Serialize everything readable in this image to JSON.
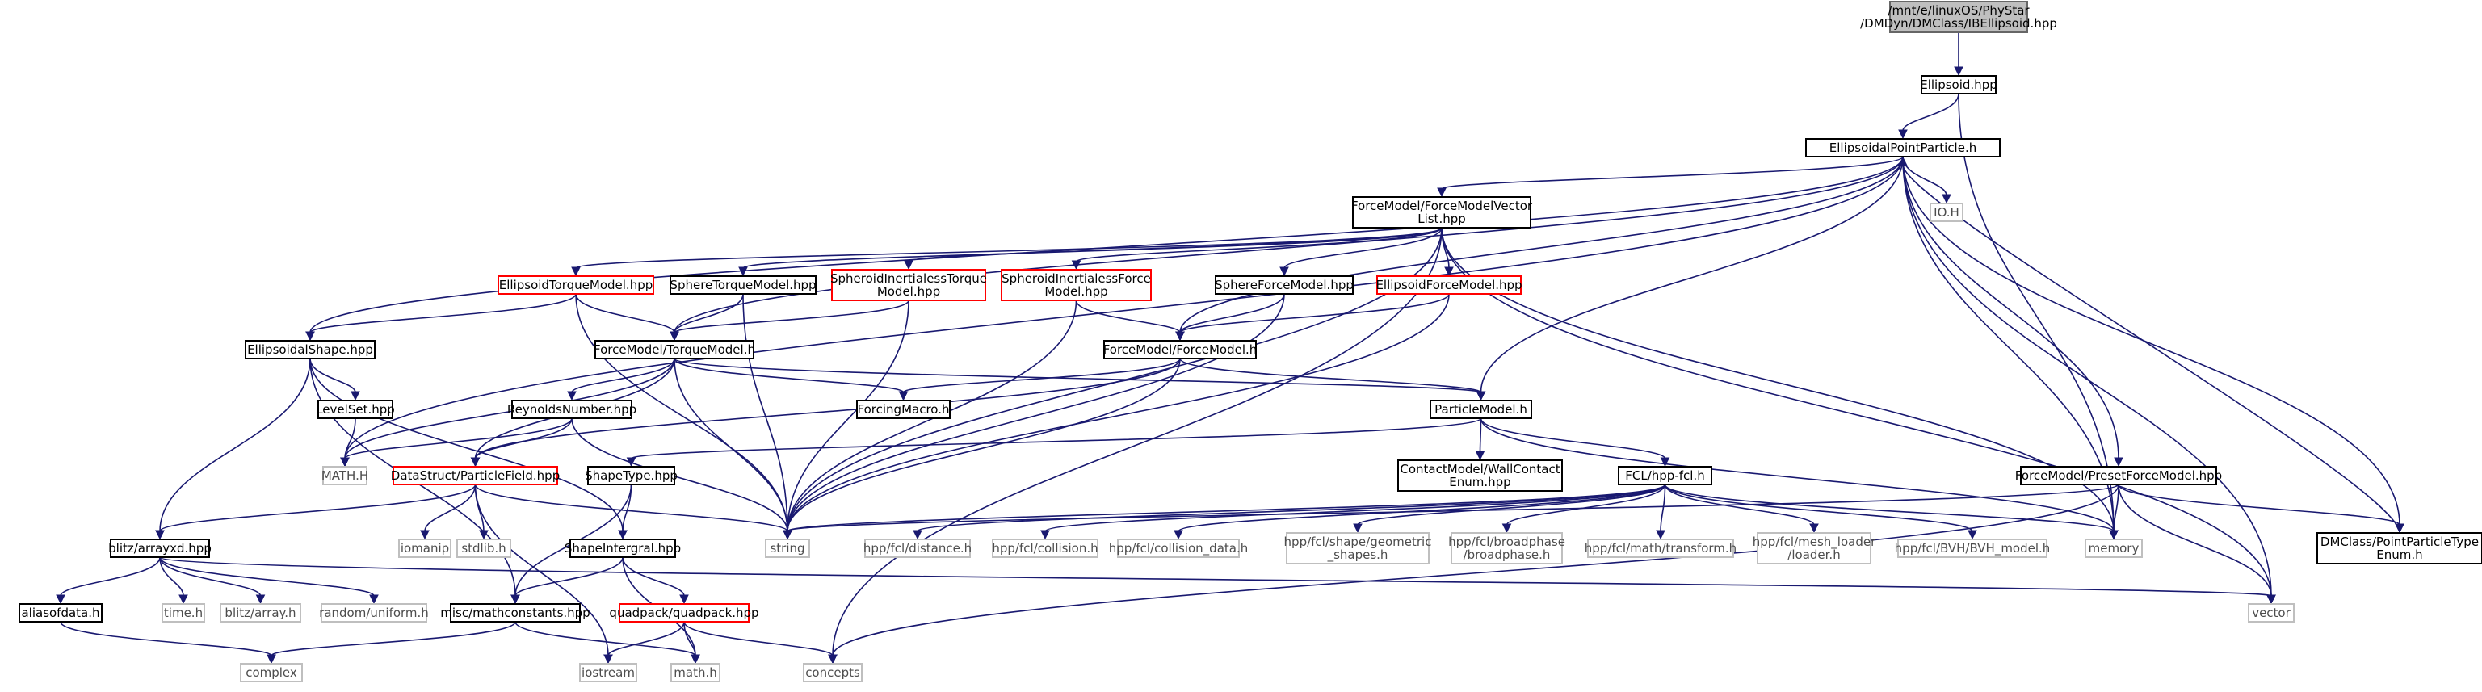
{
  "graph": {
    "root": "/mnt/e/linuxOS/PhyStar/DMDyn/DMClass/IBEllipsoid.hpp",
    "colors": {
      "edge": "#191970",
      "root_fill": "#bfbfbf",
      "local_border": "#000000",
      "truncated_border": "#ff0000",
      "system_border": "#bfbfbf"
    },
    "nodes": {
      "root": [
        "/mnt/e/linuxOS/PhyStar",
        "/DMDyn/DMClass/IBEllipsoid.hpp"
      ],
      "ellipsoid_hpp": [
        "Ellipsoid.hpp"
      ],
      "ellipsoidal_point_particle": [
        "EllipsoidalPointParticle.h"
      ],
      "force_model_vector_list": [
        "ForceModel/ForceModelVector",
        "List.hpp"
      ],
      "io_h": [
        "IO.H"
      ],
      "ellipsoid_torque_model": [
        "EllipsoidTorqueModel.hpp"
      ],
      "sphere_torque_model": [
        "SphereTorqueModel.hpp"
      ],
      "spheroid_inertialess_torque": [
        "SpheroidInertialessTorque",
        "Model.hpp"
      ],
      "spheroid_inertialess_force": [
        "SpheroidInertialessForce",
        "Model.hpp"
      ],
      "sphere_force_model": [
        "SphereForceModel.hpp"
      ],
      "ellipsoid_force_model": [
        "EllipsoidForceModel.hpp"
      ],
      "ellipsoidal_shape": [
        "EllipsoidalShape.hpp"
      ],
      "torque_model": [
        "ForceModel/TorqueModel.h"
      ],
      "force_model": [
        "ForceModel/ForceModel.h"
      ],
      "levelset": [
        "LevelSet.hpp"
      ],
      "reynolds_number": [
        "ReynoldsNumber.hpp"
      ],
      "forcing_macro": [
        "ForcingMacro.h"
      ],
      "particle_model": [
        "ParticleModel.h"
      ],
      "math_h_upper": [
        "MATH.H"
      ],
      "particle_field": [
        "DataStruct/ParticleField.hpp"
      ],
      "shape_type": [
        "ShapeType.hpp"
      ],
      "wall_contact": [
        "ContactModel/WallContact",
        "Enum.hpp"
      ],
      "fcl": [
        "FCL/hpp-fcl.h"
      ],
      "preset_force_model": [
        "ForceModel/PresetForceModel.hpp"
      ],
      "iomanip": [
        "iomanip"
      ],
      "stdlib": [
        "stdlib.h"
      ],
      "string": [
        "string"
      ],
      "shape_integral": [
        "ShapeIntergral.hpp"
      ],
      "fcl_distance": [
        "hpp/fcl/distance.h"
      ],
      "fcl_collision": [
        "hpp/fcl/collision.h"
      ],
      "fcl_collision_data": [
        "hpp/fcl/collision_data.h"
      ],
      "fcl_geometric_shapes": [
        "hpp/fcl/shape/geometric",
        "_shapes.h"
      ],
      "fcl_broadphase": [
        "hpp/fcl/broadphase",
        "/broadphase.h"
      ],
      "fcl_transform": [
        "hpp/fcl/math/transform.h"
      ],
      "fcl_mesh_loader": [
        "hpp/fcl/mesh_loader",
        "/loader.h"
      ],
      "fcl_bvh_model": [
        "hpp/fcl/BVH/BVH_model.h"
      ],
      "memory": [
        "memory"
      ],
      "particle_type_enum": [
        "DMClass/PointParticleType",
        "Enum.h"
      ],
      "blitz_arrayxd": [
        "blitz/arrayxd.hpp"
      ],
      "time_h": [
        "time.h"
      ],
      "blitz_array": [
        "blitz/array.h"
      ],
      "random_uniform": [
        "random/uniform.h"
      ],
      "quadpack": [
        "quadpack/quadpack.hpp"
      ],
      "aliasofdata": [
        "aliasofdata.h"
      ],
      "mathconstants": [
        "misc/mathconstants.hpp"
      ],
      "vector": [
        "vector"
      ],
      "complex": [
        "complex"
      ],
      "iostream": [
        "iostream"
      ],
      "math_h": [
        "math.h"
      ],
      "concepts": [
        "concepts"
      ]
    }
  }
}
